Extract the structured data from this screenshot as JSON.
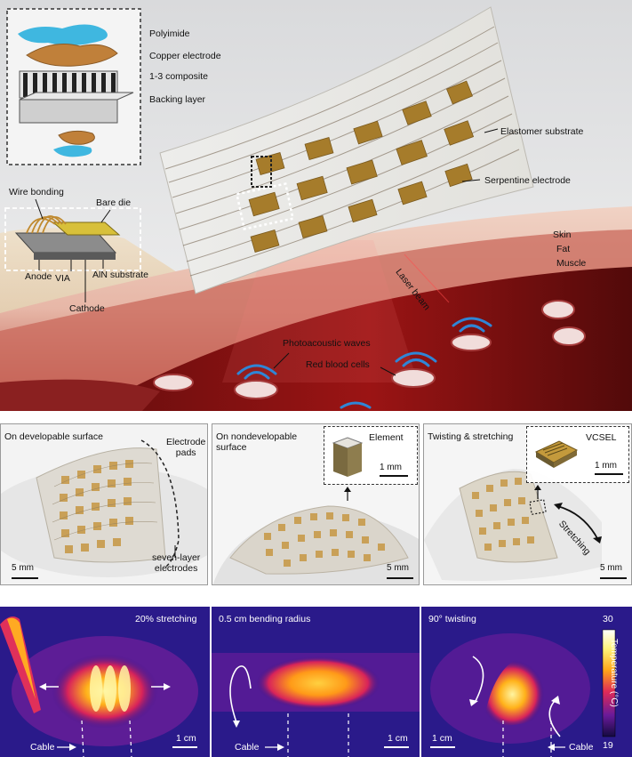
{
  "top": {
    "inset_layers": [
      "Polyimide",
      "Copper electrode",
      "1-3 composite",
      "Backing layer"
    ],
    "die_labels": {
      "wire_bonding": "Wire bonding",
      "bare_die": "Bare die",
      "anode": "Anode",
      "via": "VIA",
      "cathode": "Cathode",
      "aln": "AlN substrate"
    },
    "callouts": {
      "elastomer": "Elastomer substrate",
      "serpentine": "Serpentine electrode"
    },
    "tissue": {
      "skin": "Skin",
      "fat": "Fat",
      "muscle": "Muscle"
    },
    "laser": "Laser beam",
    "waves": "Photoacoustic waves",
    "rbc": "Red blood cells"
  },
  "middle": {
    "p1": {
      "title": "On developable surface",
      "pads": "Electrode\npads",
      "layers": "seven-layer\nelectrodes",
      "scale": "5 mm"
    },
    "p2": {
      "title": "On nondevelopable\nsurface",
      "inset": "Element",
      "inset_scale": "1 mm",
      "scale": "5 mm"
    },
    "p3": {
      "title": "Twisting & stretching",
      "inset": "VCSEL",
      "inset_scale": "1 mm",
      "stretch": "Stretching",
      "scale": "5 mm"
    }
  },
  "bottom": {
    "t1": {
      "label": "20% stretching",
      "cable": "Cable",
      "scale": "1 cm"
    },
    "t2": {
      "label": "0.5 cm bending radius",
      "cable": "Cable",
      "scale": "1 cm"
    },
    "t3": {
      "label": "90° twisting",
      "cable": "Cable",
      "scale": "1 cm"
    },
    "colorbar": {
      "max": "30",
      "min": "19",
      "title": "Temperature (°C)"
    }
  }
}
